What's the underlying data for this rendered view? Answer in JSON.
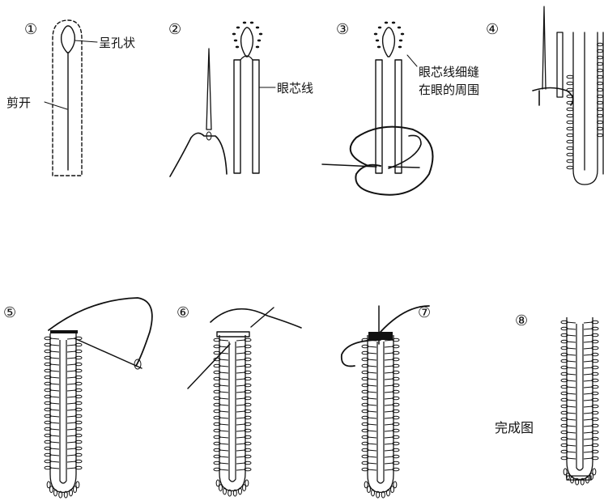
{
  "steps": [
    {
      "marker": "①",
      "annotations": [
        "呈孔状",
        "剪开"
      ]
    },
    {
      "marker": "②",
      "annotations": [
        "眼芯线"
      ]
    },
    {
      "marker": "③",
      "annotations": [
        "眼芯线细缝",
        "在眼的周围"
      ]
    },
    {
      "marker": "④",
      "annotations": []
    },
    {
      "marker": "⑤",
      "annotations": []
    },
    {
      "marker": "⑥",
      "annotations": []
    },
    {
      "marker": "⑦",
      "annotations": []
    },
    {
      "marker": "⑧",
      "annotations": [
        "完成图"
      ]
    }
  ],
  "colors": {
    "ink": "#111111",
    "background": "#ffffff"
  }
}
